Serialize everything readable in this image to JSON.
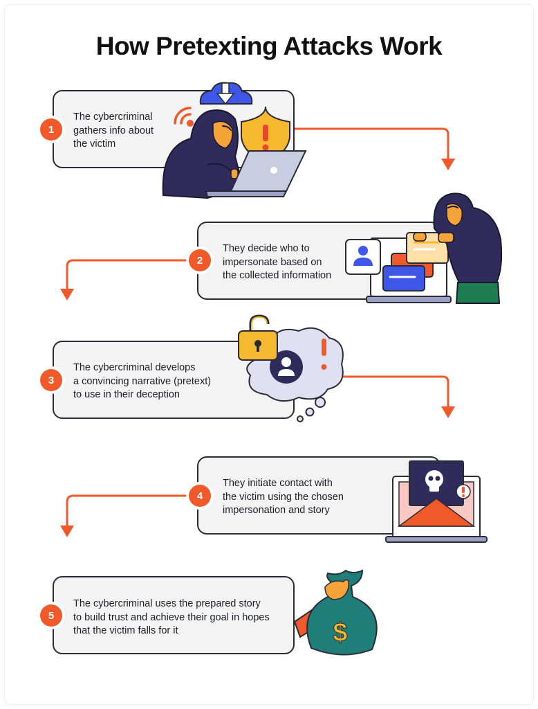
{
  "title": "How Pretexting Attacks Work",
  "colors": {
    "accent": "#f05a2a",
    "card_bg": "#f3f3f3",
    "card_border": "#2b2b35",
    "hood": "#2f2b5b",
    "shield": "#f5b82e",
    "bag": "#1f7d7a"
  },
  "steps": [
    {
      "number": "1",
      "text": "The cybercriminal\ngathers info about\nthe victim"
    },
    {
      "number": "2",
      "text": "They decide who to\nimpersonate based on\nthe collected information"
    },
    {
      "number": "3",
      "text": "The cybercriminal develops\na convincing narrative (pretext)\nto use in their deception"
    },
    {
      "number": "4",
      "text": "They initiate contact with\nthe victim using the chosen\nimpersonation and story"
    },
    {
      "number": "5",
      "text": "The cybercriminal uses the prepared story\nto build trust and achieve their goal in hopes\nthat the victim falls for it"
    }
  ],
  "icons": {
    "step1": [
      "hooded-hacker-with-laptop-icon",
      "warning-shield-icon",
      "cloud-download-icon",
      "wifi-signal-icon"
    ],
    "step2": [
      "hooded-hacker-holding-card-icon",
      "user-profile-card-icon",
      "message-cards-icon",
      "laptop-icon"
    ],
    "step3": [
      "thought-cloud-icon",
      "padlock-icon",
      "user-avatar-icon",
      "exclamation-icon"
    ],
    "step4": [
      "laptop-email-icon",
      "skull-envelope-icon",
      "alert-badge-icon"
    ],
    "step5": [
      "hand-holding-money-bag-icon",
      "dollar-sign-icon"
    ]
  }
}
